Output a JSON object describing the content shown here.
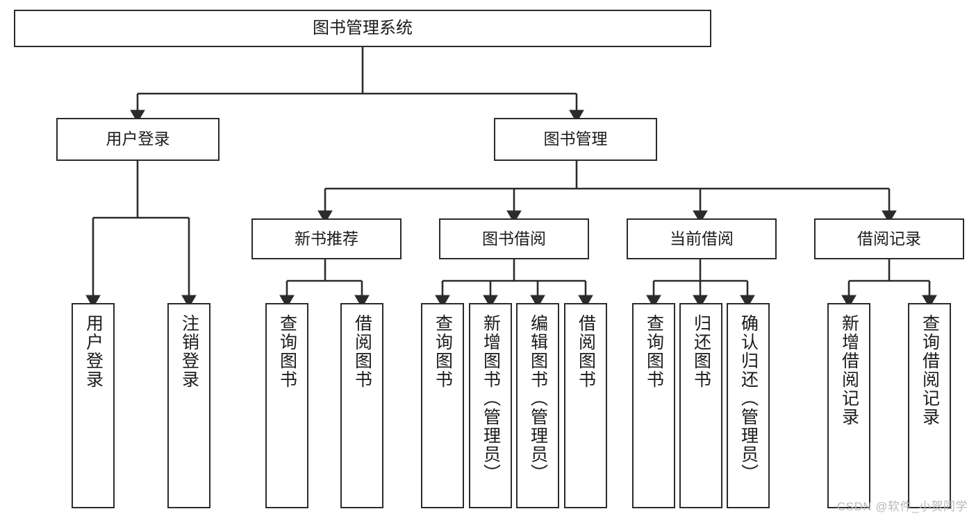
{
  "diagram": {
    "type": "tree-hierarchy-chart",
    "root": {
      "id": "root",
      "label": "图书管理系统"
    },
    "level1": [
      {
        "id": "user-login",
        "label": "用户登录"
      },
      {
        "id": "book-management",
        "label": "图书管理"
      }
    ],
    "level2": [
      {
        "id": "new-book-recommend",
        "label": "新书推荐",
        "parent": "book-management"
      },
      {
        "id": "book-borrow",
        "label": "图书借阅",
        "parent": "book-management"
      },
      {
        "id": "current-borrow",
        "label": "当前借阅",
        "parent": "book-management"
      },
      {
        "id": "borrow-record",
        "label": "借阅记录",
        "parent": "book-management"
      }
    ],
    "leaves": {
      "user-login": [
        {
          "id": "leaf-user-login",
          "label": "用户登录"
        },
        {
          "id": "leaf-user-logout",
          "label": "注销登录"
        }
      ],
      "new-book-recommend": [
        {
          "id": "leaf-query-book-1",
          "label": "查询图书"
        },
        {
          "id": "leaf-borrow-book-1",
          "label": "借阅图书"
        }
      ],
      "book-borrow": [
        {
          "id": "leaf-query-book-2",
          "label": "查询图书"
        },
        {
          "id": "leaf-add-book",
          "label": "新增图书（管理员）"
        },
        {
          "id": "leaf-edit-book",
          "label": "编辑图书（管理员）"
        },
        {
          "id": "leaf-borrow-book-2",
          "label": "借阅图书"
        }
      ],
      "current-borrow": [
        {
          "id": "leaf-query-book-3",
          "label": "查询图书"
        },
        {
          "id": "leaf-return-book",
          "label": "归还图书"
        },
        {
          "id": "leaf-confirm-return",
          "label": "确认归还（管理员）"
        }
      ],
      "borrow-record": [
        {
          "id": "leaf-add-record",
          "label": "新增借阅记录"
        },
        {
          "id": "leaf-query-record",
          "label": "查询借阅记录"
        }
      ]
    }
  },
  "watermark": {
    "text": "CSDN @软件_小贺同学"
  },
  "colors": {
    "stroke": "#2b2b2b",
    "background": "#ffffff",
    "text": "#1b1b1b",
    "watermark": "#b9b9b9"
  }
}
